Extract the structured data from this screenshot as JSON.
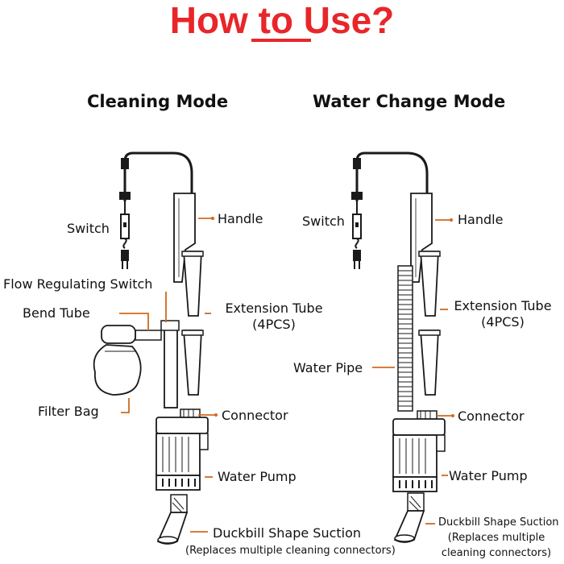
{
  "title": "How to Use?",
  "colors": {
    "accent": "#e8262a",
    "leader": "#d2691e",
    "ink": "#1a1a1a"
  },
  "cleaning": {
    "heading": "Cleaning Mode",
    "switch": "Switch",
    "handle": "Handle",
    "flow_switch": "Flow Regulating Switch",
    "bend_tube": "Bend Tube",
    "extension_tube": "Extension Tube",
    "extension_qty": "(4PCS)",
    "filter_bag": "Filter Bag",
    "connector": "Connector",
    "water_pump": "Water Pump",
    "duckbill": "Duckbill Shape Suction",
    "duckbill_note": "(Replaces multiple cleaning connectors)"
  },
  "water_change": {
    "heading": "Water Change Mode",
    "switch": "Switch",
    "handle": "Handle",
    "extension_tube": "Extension Tube",
    "extension_qty": "(4PCS)",
    "water_pipe": "Water Pipe",
    "connector": "Connector",
    "water_pump": "Water Pump",
    "duckbill": "Duckbill Shape Suction",
    "duckbill_note_1": "(Replaces multiple",
    "duckbill_note_2": "cleaning connectors)"
  }
}
